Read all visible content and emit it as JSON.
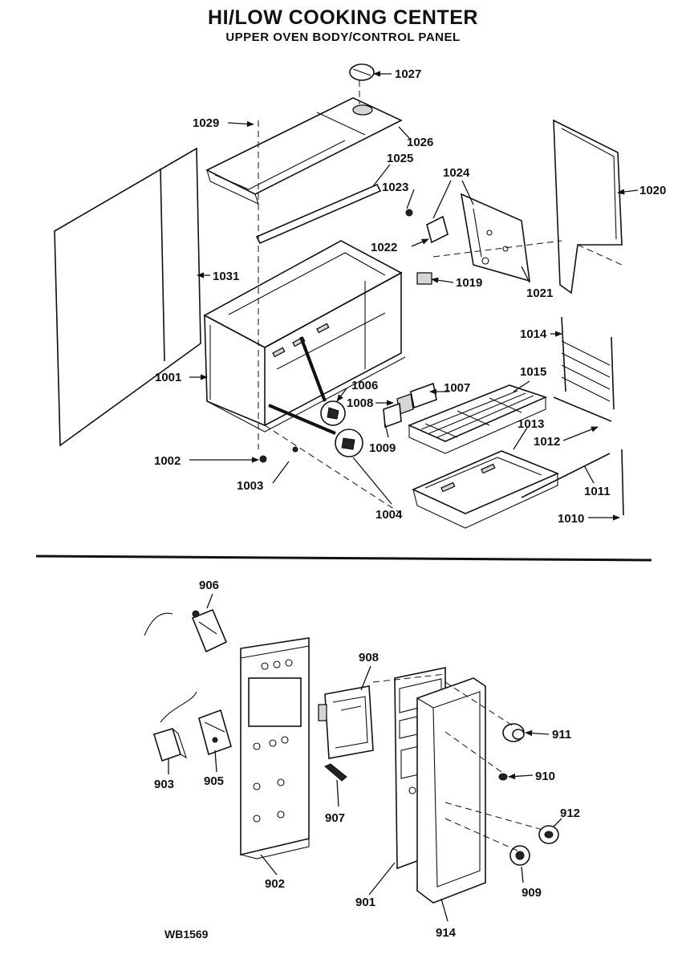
{
  "title": "HI/LOW COOKING CENTER",
  "subtitle": "UPPER OVEN BODY/CONTROL PANEL",
  "drawing_code": "WB1569",
  "upper_labels": {
    "p1027": "1027",
    "p1029": "1029",
    "p1026": "1026",
    "p1025": "1025",
    "p1024": "1024",
    "p1023": "1023",
    "p1020": "1020",
    "p1022": "1022",
    "p1031": "1031",
    "p1019": "1019",
    "p1021": "1021",
    "p1014": "1014",
    "p1001": "1001",
    "p1006": "1006",
    "p1007": "1007",
    "p1015": "1015",
    "p1008": "1008",
    "p1013": "1013",
    "p1012": "1012",
    "p1009": "1009",
    "p1002": "1002",
    "p1003": "1003",
    "p1011": "1011",
    "p1004": "1004",
    "p1010": "1010"
  },
  "lower_labels": {
    "p906": "906",
    "p908": "908",
    "p911": "911",
    "p903": "903",
    "p905": "905",
    "p910": "910",
    "p907": "907",
    "p912": "912",
    "p902": "902",
    "p909": "909",
    "p901": "901",
    "p914": "914"
  }
}
